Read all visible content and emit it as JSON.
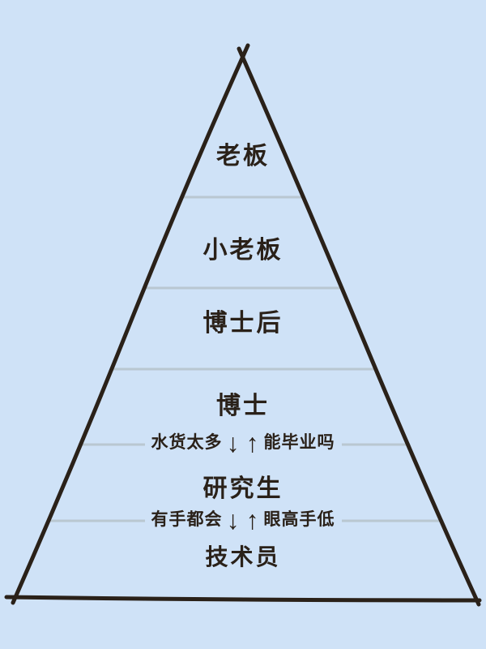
{
  "colors": {
    "background": "#cfe2f7",
    "pyramid_outline": "#2a2119",
    "divider": "#b9c7d1",
    "text": "#2a2119"
  },
  "pyramid": {
    "tiers": [
      {
        "label": "老板"
      },
      {
        "label": "小老板"
      },
      {
        "label": "博士后"
      },
      {
        "label": "博士"
      },
      {
        "label": "研究生"
      },
      {
        "label": "技术员"
      }
    ],
    "transitions": [
      {
        "left_text": "水货太多",
        "down_arrow": "↓",
        "up_arrow": "↑",
        "right_text": "能毕业吗"
      },
      {
        "left_text": "有手都会",
        "down_arrow": "↓",
        "up_arrow": "↑",
        "right_text": "眼高手低"
      }
    ]
  }
}
